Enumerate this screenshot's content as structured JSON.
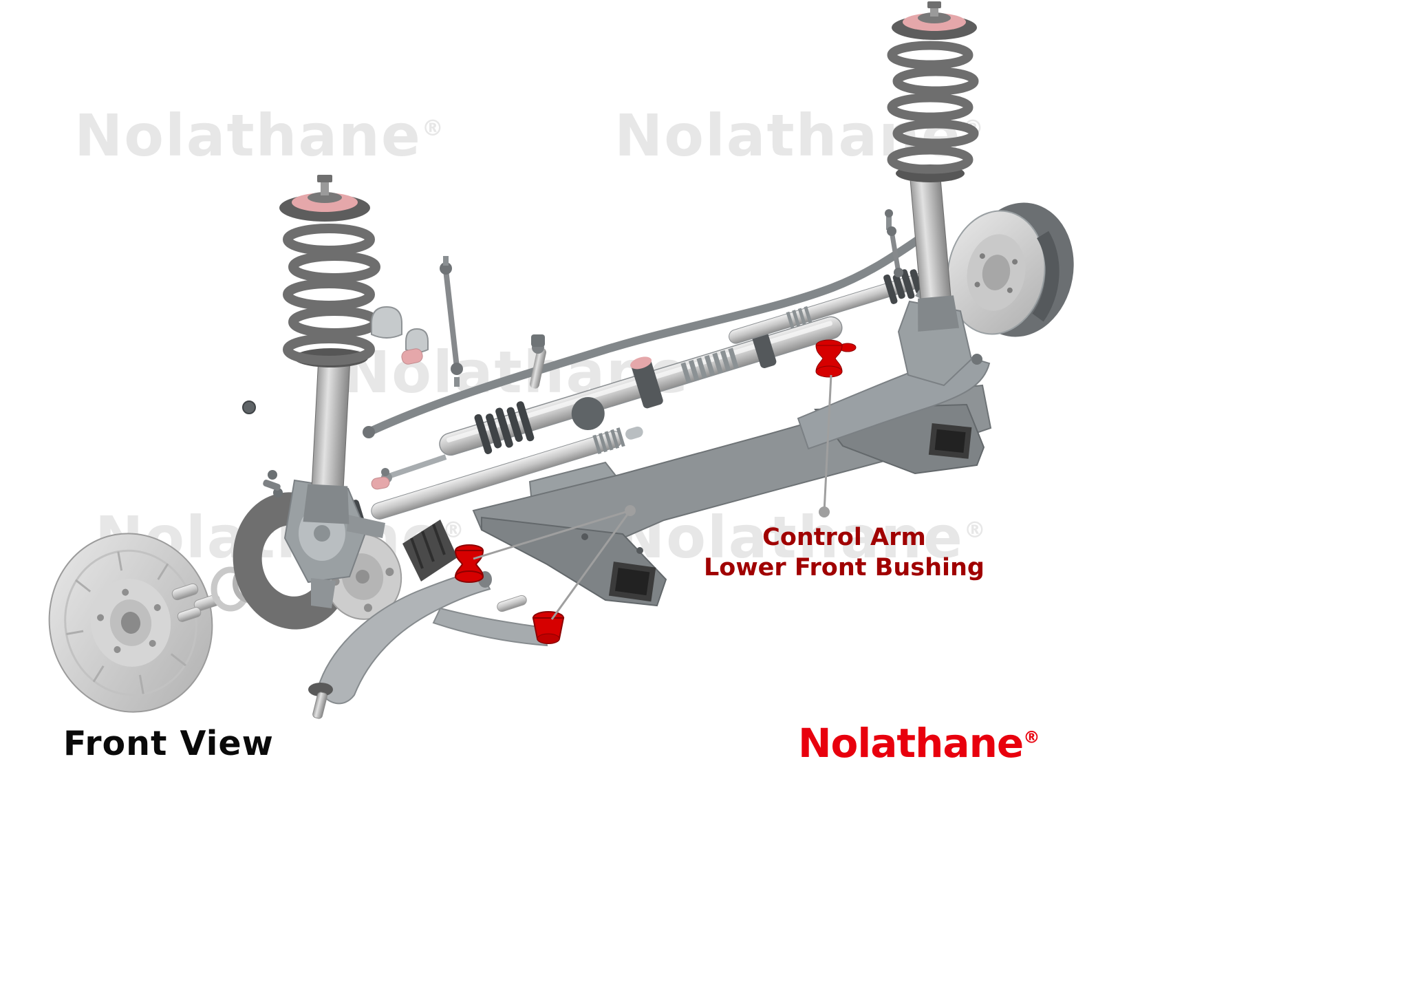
{
  "theme": {
    "brand_red": "#e8000d",
    "callout_red": "#a00000",
    "highlight_red": "#d60000",
    "pink_bushing": "#e5a7aa",
    "watermark_gray": "#e7e7e7"
  },
  "branding": {
    "watermark_name": "Nolathane",
    "logo_text": "Nolathane",
    "registered_mark": "®"
  },
  "callout": {
    "line1": "Control Arm",
    "line2": "Lower Front Bushing"
  },
  "footer": {
    "view_label": "Front View"
  }
}
